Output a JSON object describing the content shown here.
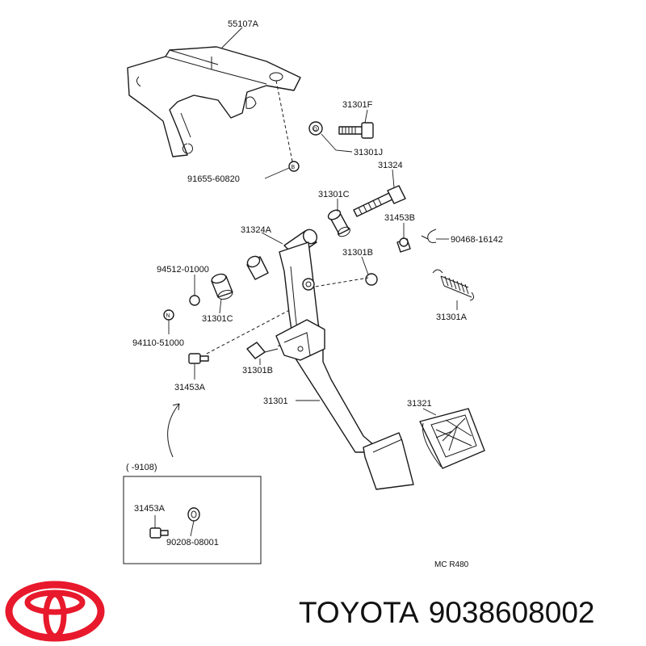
{
  "diagram": {
    "labels": {
      "bracket": "55107A",
      "bolt_top": "31301F",
      "collar_top": "31301J",
      "nut": "91655-60820",
      "bolt_long": "31324",
      "bushing_c_top": "31301C",
      "clip": "31453B",
      "spring_pin": "90468-16142",
      "shaft": "31324A",
      "cushion_b_top": "31301B",
      "washer": "94512-01000",
      "spring": "31301A",
      "bushing_c_bottom": "31301C",
      "nut_n": "94110-51000",
      "cushion_b_bottom": "31301B",
      "stopper_a": "31453A",
      "pedal_arm": "31301",
      "pedal_pad": "31321",
      "inset_header": "(      -9108)",
      "inset_part": "31453A",
      "inset_ring": "90208-08001",
      "drawing_code": "MC R480"
    },
    "washer_letter": "N",
    "collar_letter": "O",
    "nut_letter": "B"
  },
  "footer": {
    "brand": "TOYOTA",
    "part_number": "9038608002",
    "logo_color": "#e8192c"
  }
}
